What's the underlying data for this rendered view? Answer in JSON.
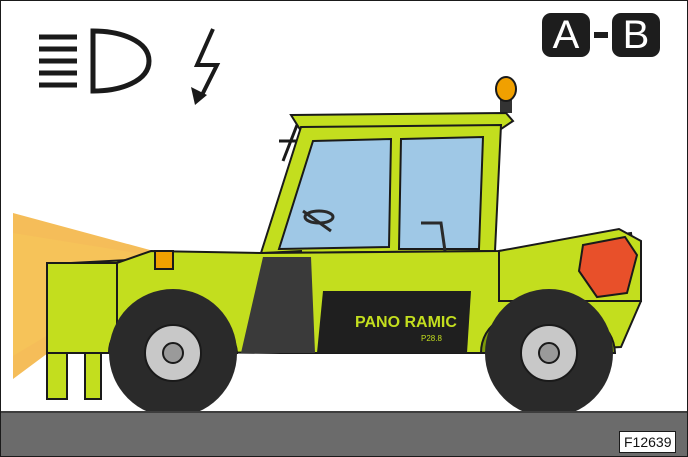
{
  "badges": {
    "first": "A",
    "separator": "-",
    "second": "B"
  },
  "figure_code": "F12639",
  "vehicle_brand": "PANO RAMIC",
  "vehicle_model": "P28.8",
  "icons": [
    "headlight-main-beam-icon",
    "lightning-icon"
  ],
  "colors": {
    "body": "#c3de1e",
    "body_dark": "#7d9a0a",
    "glass": "#9fc8e6",
    "beam": "#f3b23c",
    "beacon": "#f0a000",
    "taillight": "#e8502a",
    "tyre": "#2a2a2a",
    "ground": "#6b6b6b"
  }
}
